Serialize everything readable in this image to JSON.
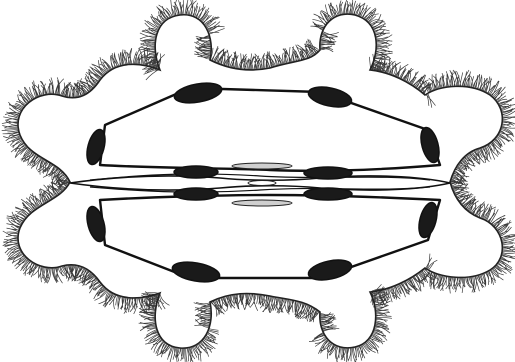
{
  "figure": {
    "kind": "biological cross-section drawing",
    "style": "black ink line illustration on white",
    "colors": {
      "background": "#ffffff",
      "ink": "#111111",
      "nucleus_fill": "#1a1a1a",
      "hair_ink": "#3a3a3a"
    },
    "lobes_per_side": 4,
    "visible_text": []
  }
}
